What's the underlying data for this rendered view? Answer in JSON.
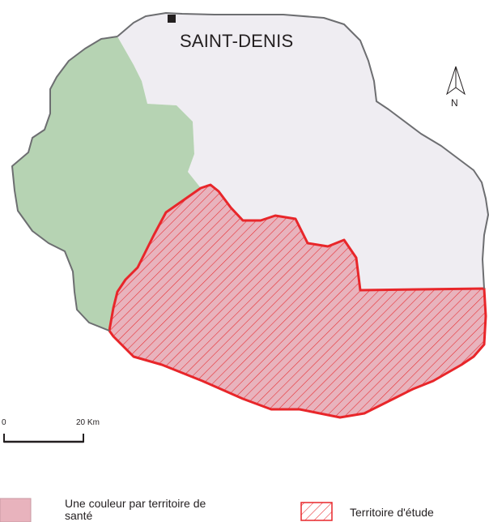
{
  "map": {
    "city_label": "SAINT-DENIS",
    "north_label": "N"
  },
  "scale_bar": {
    "start_label": "0",
    "end_label": "20 Km"
  },
  "legend": {
    "fill_item_label": "Une couleur par territoire de santé",
    "hatch_item_label": "Territoire d'étude"
  },
  "colors": {
    "north_zone": "#efedf2",
    "west_zone": "#b6d3b3",
    "south_zone": "#e8b3bd",
    "study_outline": "#e8262a",
    "coast_outline": "#6d6e71"
  }
}
